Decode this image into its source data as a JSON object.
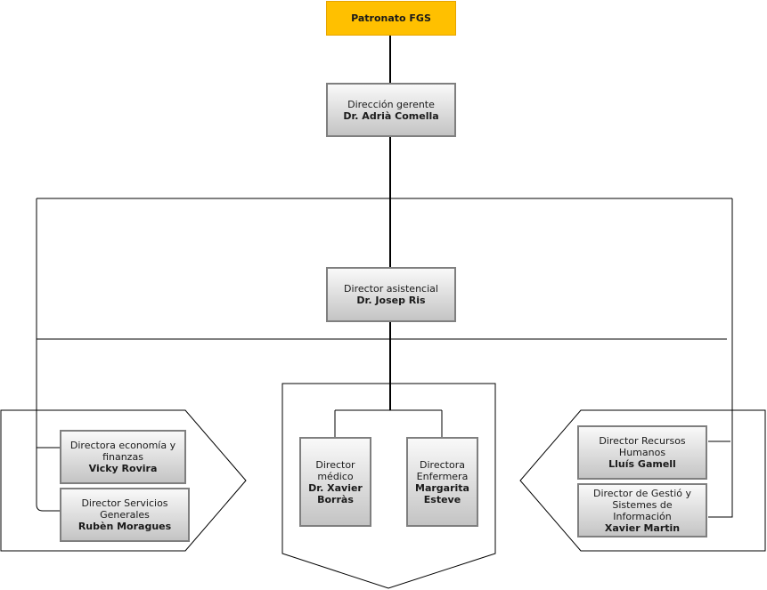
{
  "root": {
    "label": "Patronato FGS"
  },
  "gerente": {
    "role": "Dirección gerente",
    "name": "Dr. Adrià Comella"
  },
  "asistencial": {
    "role": "Director asistencial",
    "name": "Dr. Josep Ris"
  },
  "medico": {
    "role": "Director médico",
    "name": "Dr. Xavier Borràs"
  },
  "enfermera": {
    "role": "Directora Enfermera",
    "name": "Margarita Esteve"
  },
  "economia": {
    "role": "Directora economía y finanzas",
    "name": "Vicky Rovira"
  },
  "servicios": {
    "role": "Director Servicios Generales",
    "name": "Rubèn Moragues"
  },
  "rrhh": {
    "role": "Director Recursos Humanos",
    "name": "Lluís Gamell"
  },
  "sistemas": {
    "role": "Director de Gestió y Sistemes de Información",
    "name": "Xavier Martin"
  },
  "colors": {
    "root_fill": "#ffc000",
    "node_border": "#7f7f7f",
    "line": "#000000"
  }
}
